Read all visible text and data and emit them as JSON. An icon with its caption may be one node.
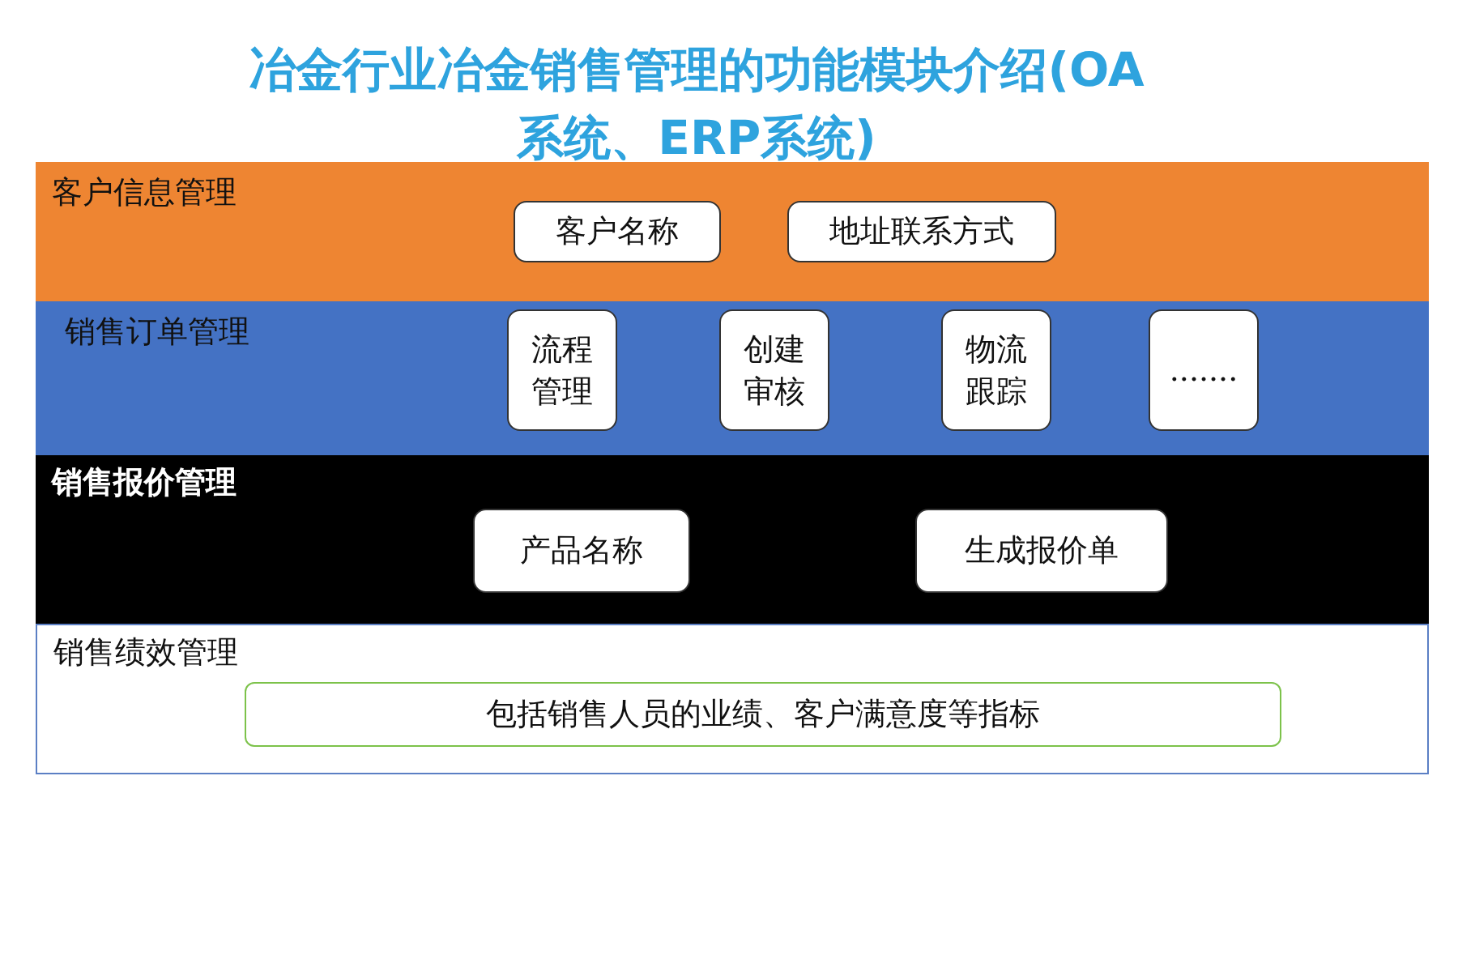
{
  "diagram": {
    "title": "冶金行业冶金销售管理的功能模块介绍(OA系统、ERP系统)",
    "nodes": [
      {
        "text": [
          "客户信息管理"
        ]
      },
      {
        "text": [
          "客户名称"
        ],
        "in": 0
      },
      {
        "text": [
          "地址联系方式"
        ],
        "in": 0
      },
      {
        "text": [
          "销售订单管理"
        ]
      },
      {
        "text": [
          "流程管理"
        ],
        "in": 3
      },
      {
        "text": [
          "创建审核"
        ],
        "in": 3
      },
      {
        "text": [
          "物流跟踪"
        ],
        "in": 3
      },
      {
        "text": [
          "......."
        ],
        "in": 3
      },
      {
        "text": [
          "销售报价管理"
        ]
      },
      {
        "text": [
          "产品名称"
        ],
        "in": 8
      },
      {
        "text": [
          "生成报价单"
        ],
        "in": 8
      },
      {
        "text": [
          "销售绩效管理"
        ]
      },
      {
        "text": [
          "包括销售人员的业绩、客户满意度等指标"
        ],
        "in": 11
      }
    ]
  }
}
